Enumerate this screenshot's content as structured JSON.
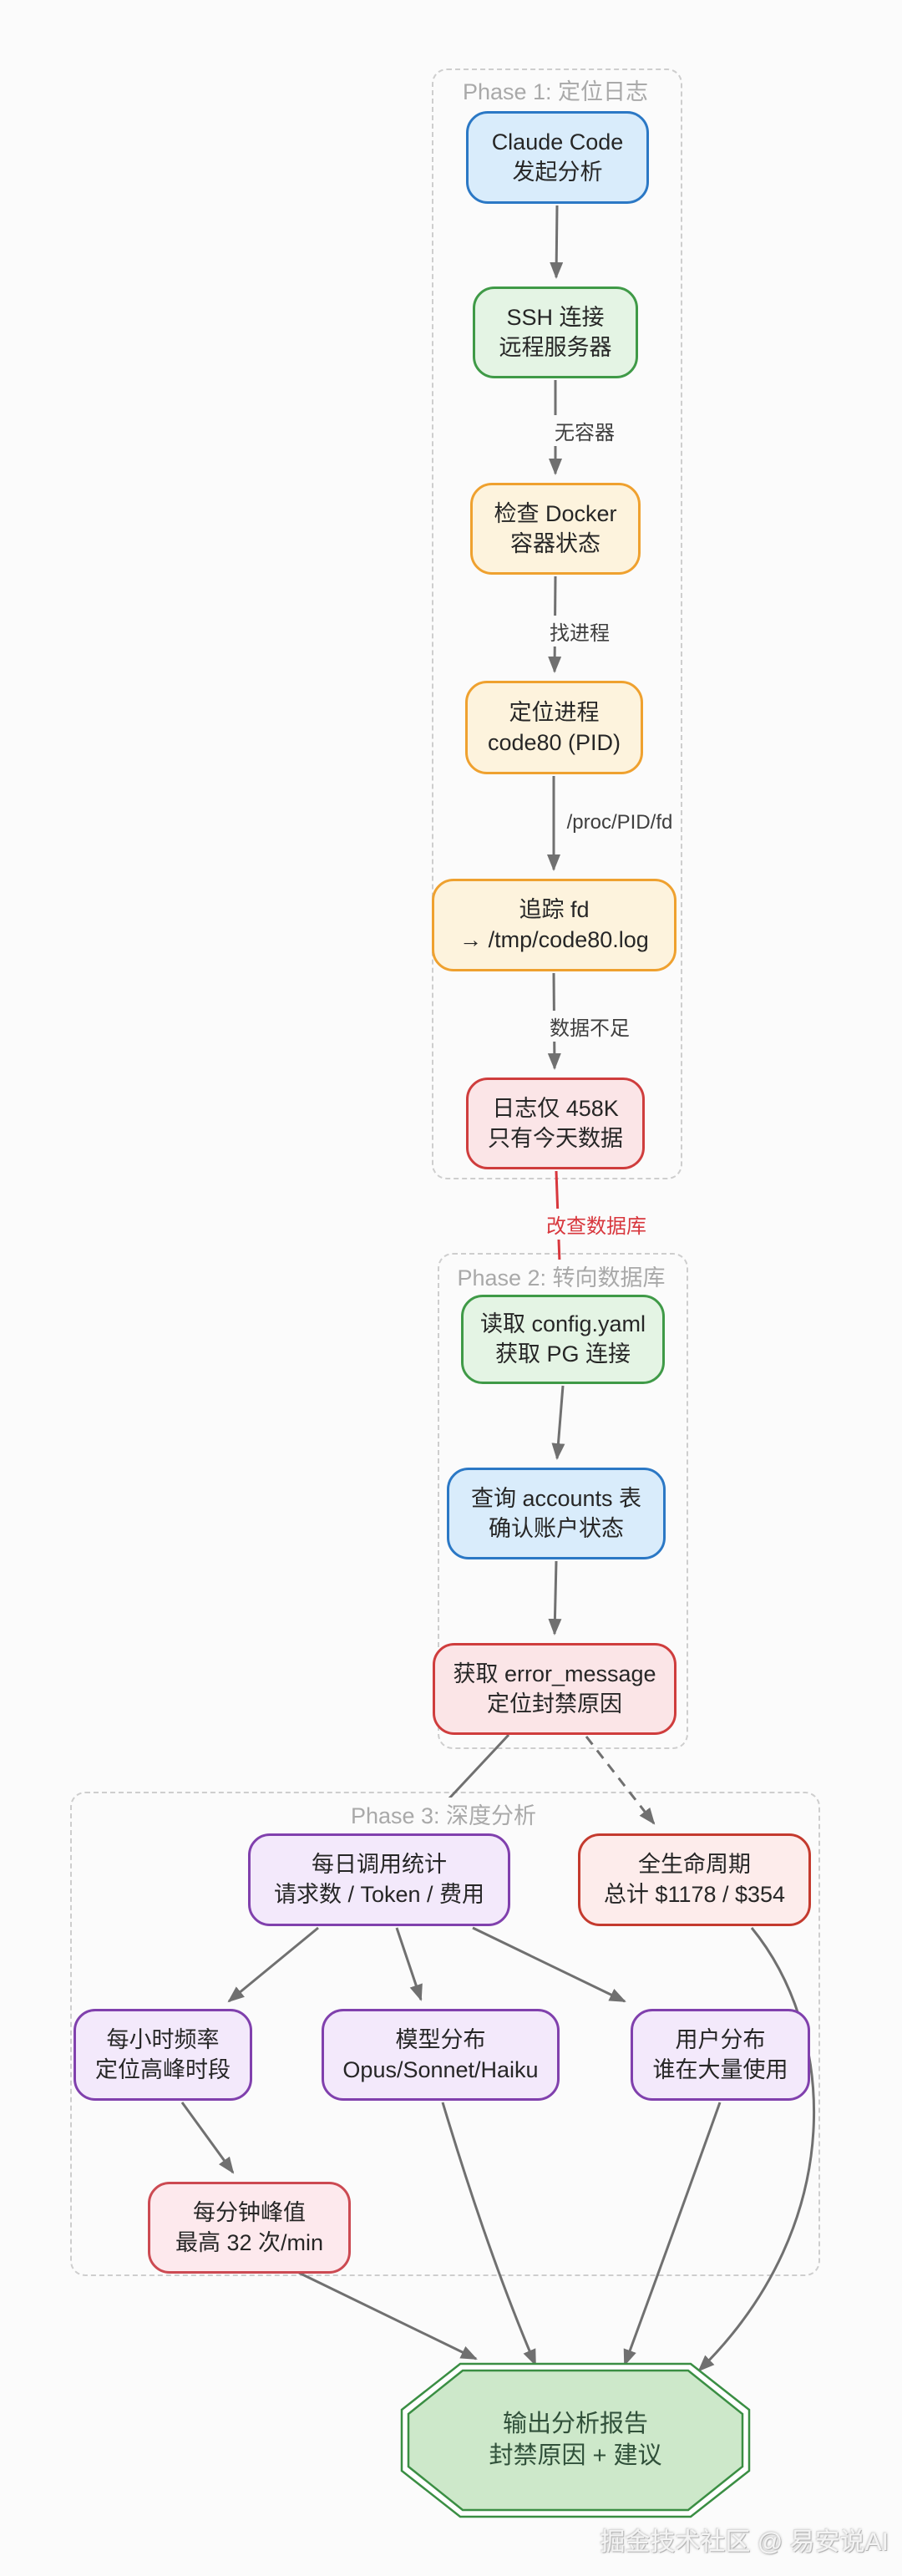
{
  "phases": [
    {
      "label": "Phase 1: 定位日志"
    },
    {
      "label": "Phase 2: 转向数据库"
    },
    {
      "label": "Phase 3: 深度分析"
    }
  ],
  "nodes": {
    "claude": {
      "line1": "Claude Code",
      "line2": "发起分析"
    },
    "ssh": {
      "line1": "SSH 连接",
      "line2": "远程服务器"
    },
    "docker": {
      "line1": "检查 Docker",
      "line2": "容器状态"
    },
    "process": {
      "line1": "定位进程",
      "line2": "code80 (PID)"
    },
    "fd": {
      "line1": "追踪 fd",
      "line2": "→ /tmp/code80.log"
    },
    "log": {
      "line1": "日志仅 458K",
      "line2": "只有今天数据"
    },
    "config": {
      "line1": "读取 config.yaml",
      "line2": "获取 PG 连接"
    },
    "accounts": {
      "line1": "查询 accounts 表",
      "line2": "确认账户状态"
    },
    "error": {
      "line1": "获取 error_message",
      "line2": "定位封禁原因"
    },
    "daily": {
      "line1": "每日调用统计",
      "line2": "请求数 / Token / 费用"
    },
    "lifetime": {
      "line1": "全生命周期",
      "line2": "总计 $1178 / $354"
    },
    "hourly": {
      "line1": "每小时频率",
      "line2": "定位高峰时段"
    },
    "models": {
      "line1": "模型分布",
      "line2": "Opus/Sonnet/Haiku"
    },
    "users": {
      "line1": "用户分布",
      "line2": "谁在大量使用"
    },
    "peak": {
      "line1": "每分钟峰值",
      "line2": "最高 32 次/min"
    },
    "report": {
      "line1": "输出分析报告",
      "line2": "封禁原因 + 建议"
    }
  },
  "edge_labels": {
    "no_container": "无容器",
    "find_process": "找进程",
    "proc_fd": "/proc/PID/fd",
    "insufficient": "数据不足",
    "switch_db": "改查数据库"
  },
  "watermark": "掘金技术社区 @ 易安说AI",
  "colors": {
    "blue-fill": "#d9ecfb",
    "blue-border": "#2b78c5",
    "green-fill": "#e4f4e4",
    "green-border": "#3f9a47",
    "orange-fill": "#fdf3dd",
    "orange-border": "#efa12f",
    "red-fill": "#fbe5e7",
    "red-border": "#cf3d3d",
    "brickred-fill": "#fdeceb",
    "brickred-border": "#c43a2e",
    "pinkred-fill": "#fde9ed",
    "pinkred-border": "#cc4a52",
    "purple-fill": "#f3e9fb",
    "purple-border": "#8040ad",
    "octagon-fill": "#cde8ca",
    "octagon-border": "#3a8e43",
    "arrow": "#707070",
    "accent-red": "#d8373d",
    "dash": "#cecece",
    "dashlabel": "#a9a9a9"
  }
}
